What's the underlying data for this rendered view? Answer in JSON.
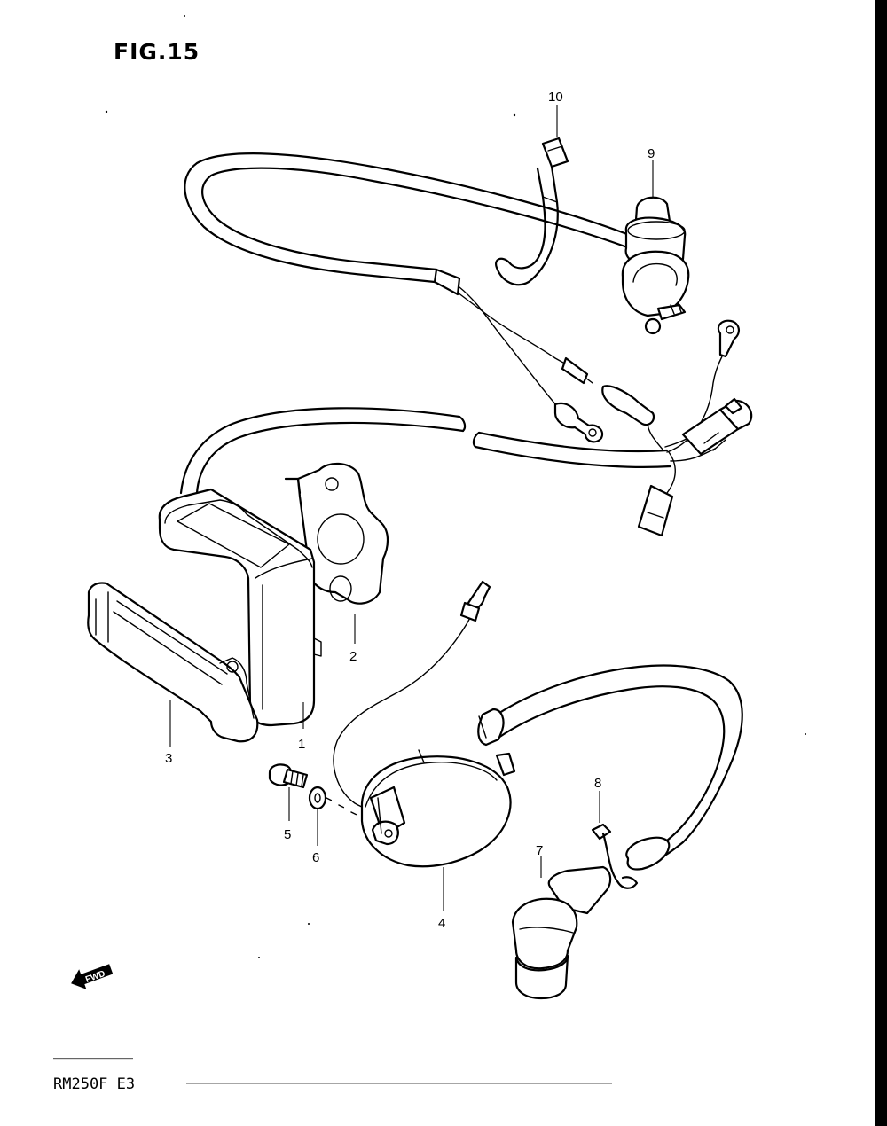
{
  "figure": {
    "title": "FIG.15"
  },
  "footer": {
    "model": "RM250F  E3"
  },
  "arrow": {
    "label": "FWD"
  },
  "callouts": [
    {
      "id": "c1",
      "label": "1"
    },
    {
      "id": "c2",
      "label": "2"
    },
    {
      "id": "c3",
      "label": "3"
    },
    {
      "id": "c4",
      "label": "4"
    },
    {
      "id": "c5",
      "label": "5"
    },
    {
      "id": "c6",
      "label": "6"
    },
    {
      "id": "c7",
      "label": "7"
    },
    {
      "id": "c8",
      "label": "8"
    },
    {
      "id": "c9",
      "label": "9"
    },
    {
      "id": "c10",
      "label": "10"
    }
  ]
}
